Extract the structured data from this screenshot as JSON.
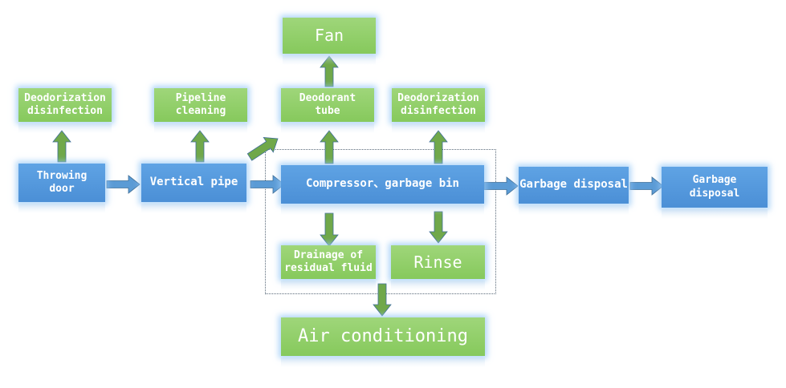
{
  "nodes": {
    "throwing_door": "Throwing\ndoor",
    "vertical_pipe": "Vertical pipe",
    "compressor": "Compressor、garbage bin",
    "garbage_disposal_1": "Garbage disposal",
    "garbage_disposal_2": "Garbage\ndisposal",
    "deodorization_1": "Deodorization\ndisinfection",
    "pipeline_cleaning": "Pipeline\ncleaning",
    "deodorant_tube": "Deodorant\ntube",
    "deodorization_2": "Deodorization\ndisinfection",
    "fan": "Fan",
    "drainage": "Drainage of\nresidual fluid",
    "rinse": "Rinse",
    "air_conditioning": "Air conditioning"
  },
  "colors": {
    "blue_box": "#4b8fd6",
    "green_box": "#86c95c",
    "blue_arrow": "#5b9bd5",
    "green_arrow": "#70a84a",
    "glow": "#96c8f5"
  }
}
